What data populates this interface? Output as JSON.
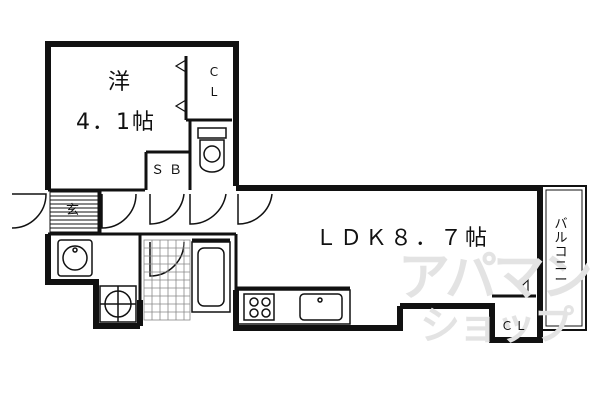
{
  "rooms": {
    "western": {
      "name": "洋",
      "size": "4．1帖"
    },
    "closet_top": {
      "c": "C",
      "l": "L"
    },
    "storage": "ＳＢ",
    "entrance": "玄",
    "ldk": "ＬＤＫ８．７帖",
    "balcony": "バルコニー",
    "closet_bottom": "ＣＬ"
  },
  "watermark": {
    "line1": "アパマン",
    "line2": "ショップ"
  },
  "colors": {
    "wall": "#111111",
    "watermark": "#e3e3e3",
    "background": "#ffffff"
  }
}
